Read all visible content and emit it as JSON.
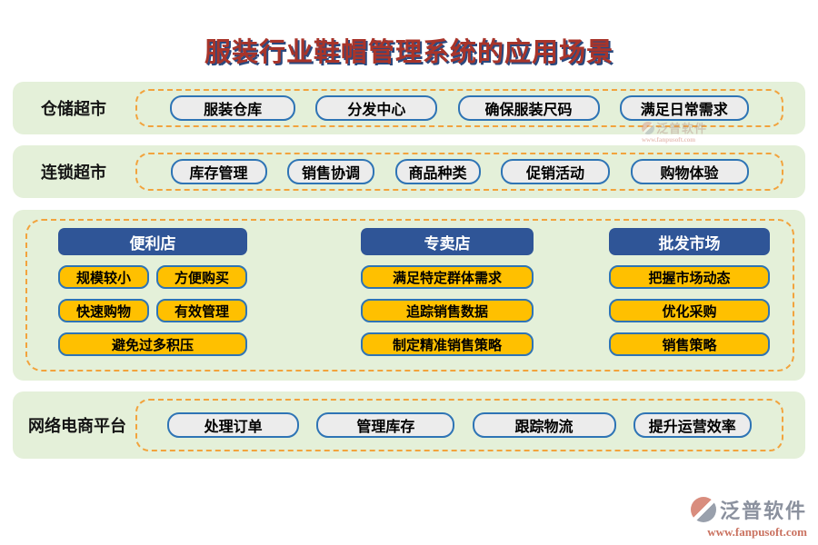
{
  "title": "服装行业鞋帽管理系统的应用场景",
  "sections": {
    "warehouse": {
      "label": "仓储超市",
      "items": [
        "服装仓库",
        "分发中心",
        "确保服装尺码",
        "满足日常需求"
      ]
    },
    "chain": {
      "label": "连锁超市",
      "items": [
        "库存管理",
        "销售协调",
        "商品种类",
        "促销活动",
        "购物体验"
      ]
    },
    "stores": [
      {
        "header": "便利店",
        "items": [
          "规模较小",
          "方便购买",
          "快速购物",
          "有效管理",
          "避免过多积压"
        ]
      },
      {
        "header": "专卖店",
        "items": [
          "满足特定群体需求",
          "追踪销售数据",
          "制定精准销售策略"
        ]
      },
      {
        "header": "批发市场",
        "items": [
          "把握市场动态",
          "优化采购",
          "销售策略"
        ]
      }
    ],
    "ecommerce": {
      "label": "网络电商平台",
      "items": [
        "处理订单",
        "管理库存",
        "跟踪物流",
        "提升运营效率"
      ]
    }
  },
  "footer": {
    "brand": "泛普软件",
    "url": "www.fanpusoft.com"
  },
  "colors": {
    "band_background": "#e4f0d9",
    "dashed_border_orange": "#f2a33d",
    "header_blue": "#2f5597",
    "chip_yellow": "#ffc000",
    "chip_gray": "#ececec",
    "chip_border_blue": "#2e74b5",
    "title_red": "#a8342a",
    "title_shadow_navy": "#2a4a80",
    "brand_gray": "#8b919e",
    "brand_salmon": "#ca7260"
  }
}
